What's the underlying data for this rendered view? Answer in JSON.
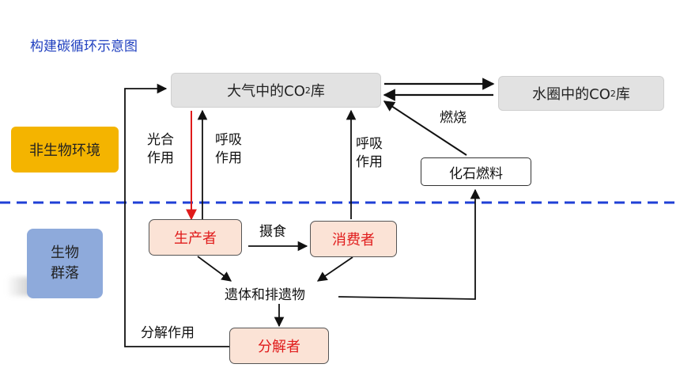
{
  "title": "构建碳循环示意图",
  "colors": {
    "title": "#1f3fbf",
    "divider": "#1f3fd6",
    "photosynthesis_arrow": "#e01b1b",
    "nonbio_label_bg": "#f4b400",
    "bio_label_bg": "#8eaadb",
    "organism_box_bg": "#fbe3d6",
    "organism_text": "#e01b1b",
    "reservoir_box_bg": "#e2e2e2"
  },
  "side_labels": {
    "nonbiotic": "非生物环境",
    "biotic_line1": "生物",
    "biotic_line2": "群落"
  },
  "nodes": {
    "atmosphere_prefix": "大气中的CO",
    "atmosphere_sub": "2",
    "atmosphere_suffix": "库",
    "hydrosphere_prefix": "水圈中的CO",
    "hydrosphere_sub": "2",
    "hydrosphere_suffix": "库",
    "fossil_fuel": "化石燃料",
    "producer": "生产者",
    "consumer": "消费者",
    "decomposer": "分解者",
    "remains": "遗体和排遗物"
  },
  "edge_labels": {
    "photosynthesis_line1": "光合",
    "photosynthesis_line2": "作用",
    "respiration_producer_line1": "呼吸",
    "respiration_producer_line2": "作用",
    "respiration_consumer_line1": "呼吸",
    "respiration_consumer_line2": "作用",
    "combustion": "燃烧",
    "feeding": "摄食",
    "decomposition": "分解作用"
  }
}
